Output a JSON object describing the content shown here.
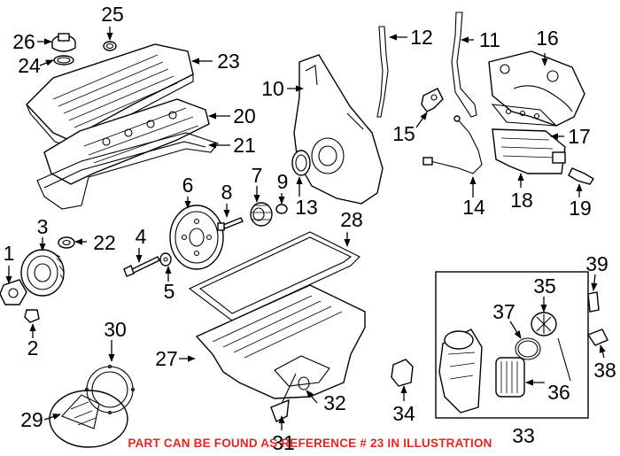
{
  "diagram": {
    "callouts": [
      "1",
      "2",
      "3",
      "4",
      "5",
      "6",
      "7",
      "8",
      "9",
      "10",
      "11",
      "12",
      "13",
      "14",
      "15",
      "16",
      "17",
      "18",
      "19",
      "20",
      "21",
      "22",
      "23",
      "24",
      "25",
      "26",
      "27",
      "28",
      "29",
      "30",
      "31",
      "32",
      "33",
      "34",
      "35",
      "36",
      "37",
      "38",
      "39"
    ],
    "footer_note": "PART CAN BE FOUND AS REFERENCE # 23 IN ILLUSTRATION",
    "footer_color": "#e5261f"
  }
}
